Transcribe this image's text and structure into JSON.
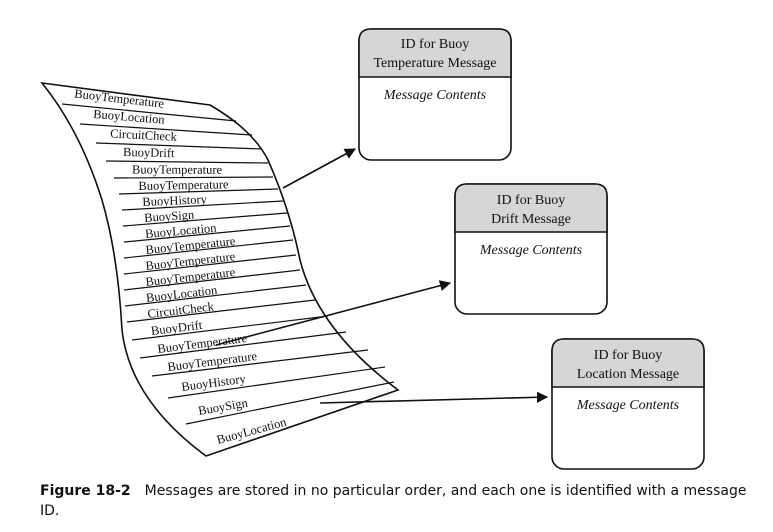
{
  "strip": {
    "messages": [
      "BuoyTemperature",
      "BuoyLocation",
      "CircuitCheck",
      "BuoyDrift",
      "BuoyTemperature",
      "BuoyTemperature",
      "BuoyHistory",
      "BuoySign",
      "BuoyLocation",
      "BuoyTemperature",
      "BuoyTemperature",
      "BuoyTemperature",
      "BuoyLocation",
      "CircuitCheck",
      "BuoyDrift",
      "BuoyTemperature",
      "BuoyTemperature",
      "BuoyHistory",
      "BuoySign",
      "BuoyLocation"
    ]
  },
  "boxes": [
    {
      "title_line1": "ID for Buoy",
      "title_line2": "Temperature Message",
      "body": "Message Contents"
    },
    {
      "title_line1": "ID for Buoy",
      "title_line2": "Drift Message",
      "body": "Message Contents"
    },
    {
      "title_line1": "ID for Buoy",
      "title_line2": "Location Message",
      "body": "Message Contents"
    }
  ],
  "caption": {
    "label": "Figure 18-2",
    "text": "Messages are stored in no particular order, and each one is identified with a message ID."
  },
  "colors": {
    "box_header_fill": "#d6d6d6",
    "line": "#111111"
  }
}
